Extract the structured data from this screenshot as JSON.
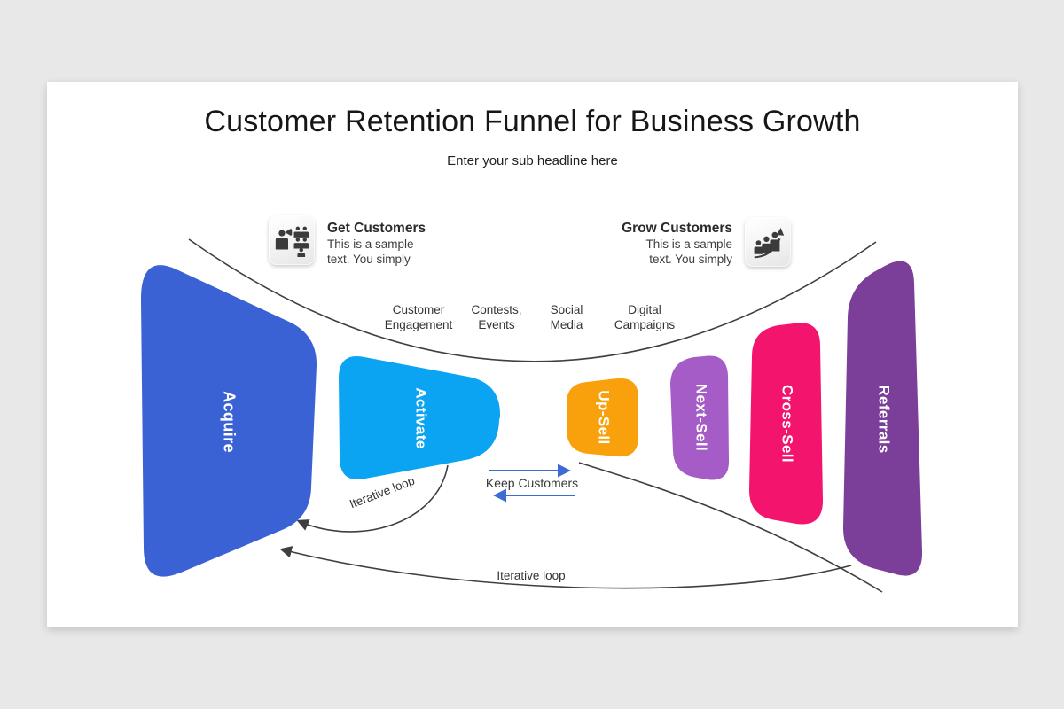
{
  "slide": {
    "title": "Customer Retention Funnel for Business Growth",
    "subtitle": "Enter your sub headline here"
  },
  "callouts": {
    "get": {
      "title": "Get Customers",
      "line1": "This is a sample",
      "line2": "text. You simply",
      "icon": "megaphone-people-icon"
    },
    "grow": {
      "title": "Grow Customers",
      "line1": "This is a sample",
      "line2": "text. You simply",
      "icon": "people-growth-chart-icon"
    }
  },
  "tactics": [
    {
      "line1": "Customer",
      "line2": "Engagement"
    },
    {
      "line1": "Contests,",
      "line2": "Events"
    },
    {
      "line1": "Social",
      "line2": "Media"
    },
    {
      "line1": "Digital",
      "line2": "Campaigns"
    }
  ],
  "stages": [
    {
      "label": "Acquire",
      "color": "#3b62d5"
    },
    {
      "label": "Activate",
      "color": "#0ba4f2"
    },
    {
      "label": "Up-Sell",
      "color": "#f8a10c"
    },
    {
      "label": "Next-Sell",
      "color": "#a55cc6"
    },
    {
      "label": "Cross-Sell",
      "color": "#f3146e"
    },
    {
      "label": "Referrals",
      "color": "#7b3f99"
    }
  ],
  "annotations": {
    "keep_customers": "Keep Customers",
    "iterative_loop_top": "Iterative loop",
    "iterative_loop_bottom": "Iterative loop"
  },
  "colors": {
    "line_dark": "#3f3f3f",
    "arrow_blue": "#3e6bd3",
    "icon_glyph": "#3b3b3b",
    "background": "#e9e8e8",
    "slide_background": "#ffffff"
  }
}
